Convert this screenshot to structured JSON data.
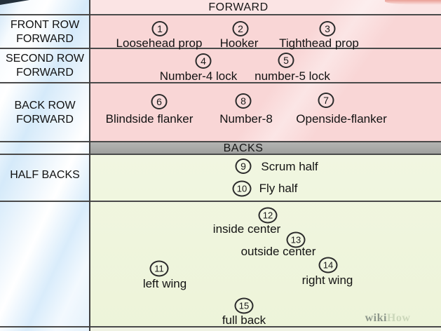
{
  "headers": {
    "forward": "FORWARD",
    "backs": "BACKS"
  },
  "row_labels": {
    "front": {
      "line1": "FRONT ROW",
      "line2": "FORWARD"
    },
    "second": {
      "line1": "SECOND ROW",
      "line2": "FORWARD"
    },
    "back": {
      "line1": "BACK ROW",
      "line2": "FORWARD"
    },
    "half": {
      "line1": "HALF BACKS"
    }
  },
  "positions": [
    {
      "num": "1",
      "name": "Loosehead prop",
      "section": "FORWARD",
      "row": "FRONT ROW FORWARD"
    },
    {
      "num": "2",
      "name": "Hooker",
      "section": "FORWARD",
      "row": "FRONT ROW FORWARD"
    },
    {
      "num": "3",
      "name": "Tighthead prop",
      "section": "FORWARD",
      "row": "FRONT ROW FORWARD"
    },
    {
      "num": "4",
      "name": "Number-4 lock",
      "section": "FORWARD",
      "row": "SECOND ROW FORWARD"
    },
    {
      "num": "5",
      "name": "number-5 lock",
      "section": "FORWARD",
      "row": "SECOND ROW FORWARD"
    },
    {
      "num": "6",
      "name": "Blindside flanker",
      "section": "FORWARD",
      "row": "BACK ROW FORWARD"
    },
    {
      "num": "7",
      "name": "Openside-flanker",
      "section": "FORWARD",
      "row": "BACK ROW FORWARD"
    },
    {
      "num": "8",
      "name": "Number-8",
      "section": "FORWARD",
      "row": "BACK ROW FORWARD"
    },
    {
      "num": "9",
      "name": "Scrum half",
      "section": "BACKS",
      "row": "HALF BACKS"
    },
    {
      "num": "10",
      "name": "Fly half",
      "section": "BACKS",
      "row": "HALF BACKS"
    },
    {
      "num": "11",
      "name": "left wing",
      "section": "BACKS",
      "row": ""
    },
    {
      "num": "12",
      "name": "inside center",
      "section": "BACKS",
      "row": ""
    },
    {
      "num": "13",
      "name": "outside center",
      "section": "BACKS",
      "row": ""
    },
    {
      "num": "14",
      "name": "right wing",
      "section": "BACKS",
      "row": ""
    },
    {
      "num": "15",
      "name": "full back",
      "section": "BACKS",
      "row": ""
    }
  ],
  "watermark": {
    "wiki": "wiki",
    "how": "How"
  },
  "colors": {
    "forward_bg": "#f9d6d6",
    "forward_header_bg": "#fbe4e4",
    "backs_bg": "#eff5dc",
    "backs_bar_bg": "#a9aaa7",
    "left_column_bg": "#dfeefb",
    "grid_line": "#4a4a4a"
  }
}
